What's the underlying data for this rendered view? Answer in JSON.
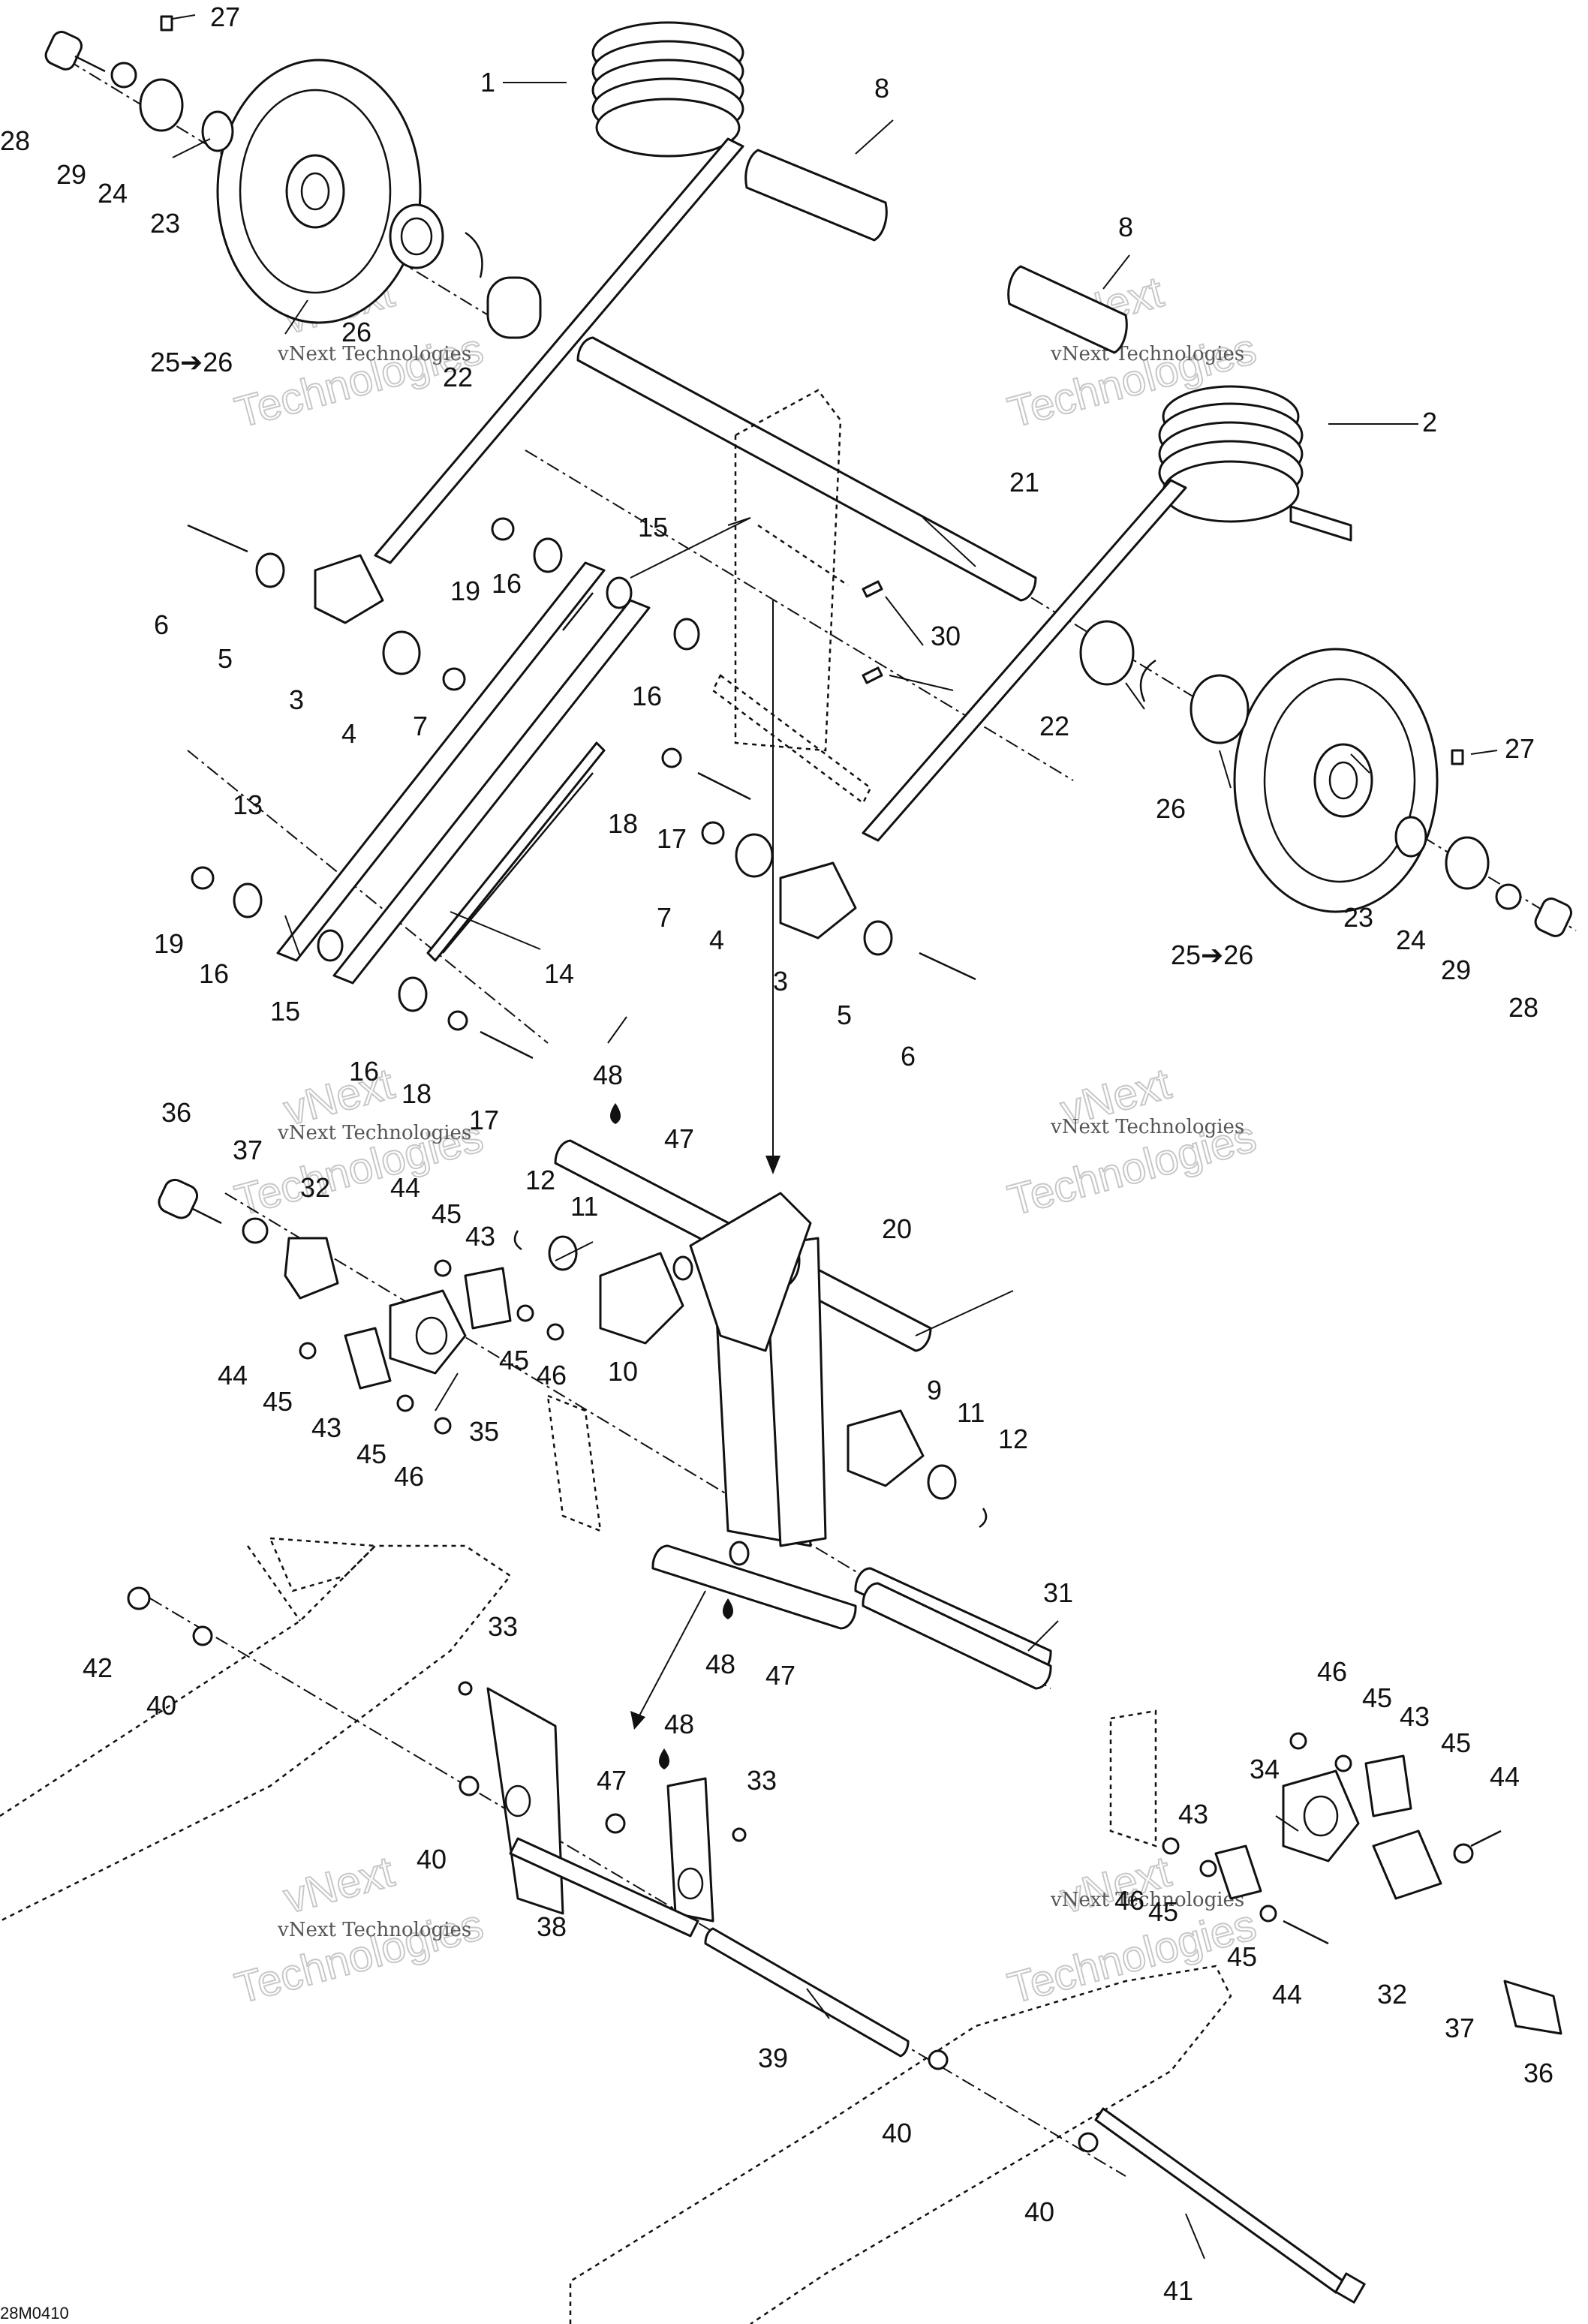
{
  "diagram_code": "28M0410",
  "watermark": {
    "line1": "vNext Technologies",
    "line2": "Technologies",
    "line3": "vNext"
  },
  "callouts": {
    "c1": "1",
    "c2": "2",
    "c3a": "3",
    "c3b": "3",
    "c4a": "4",
    "c4b": "4",
    "c5a": "5",
    "c5b": "5",
    "c6a": "6",
    "c6b": "6",
    "c7a": "7",
    "c7b": "7",
    "c8a": "8",
    "c8b": "8",
    "c9": "9",
    "c10": "10",
    "c11a": "11",
    "c11b": "11",
    "c12a": "12",
    "c12b": "12",
    "c13": "13",
    "c14": "14",
    "c15a": "15",
    "c15b": "15",
    "c16a": "16",
    "c16b": "16",
    "c16c": "16",
    "c16d": "16",
    "c17a": "17",
    "c17b": "17",
    "c18a": "18",
    "c18b": "18",
    "c19a": "19",
    "c19b": "19",
    "c20": "20",
    "c21": "21",
    "c22a": "22",
    "c22b": "22",
    "c23a": "23",
    "c23b": "23",
    "c24a": "24",
    "c24b": "24",
    "c25a": "25➔26",
    "c25b": "25➔26",
    "c26a": "26",
    "c26b": "26",
    "c27a": "27",
    "c27b": "27",
    "c28a": "28",
    "c28b": "28",
    "c29a": "29",
    "c29b": "29",
    "c30": "30",
    "c31": "31",
    "c32a": "32",
    "c32b": "32",
    "c33a": "33",
    "c33b": "33",
    "c34": "34",
    "c35": "35",
    "c36a": "36",
    "c36b": "36",
    "c37a": "37",
    "c37b": "37",
    "c38": "38",
    "c39": "39",
    "c40a": "40",
    "c40b": "40",
    "c40c": "40",
    "c40d": "40",
    "c41": "41",
    "c42": "42",
    "c43a": "43",
    "c43b": "43",
    "c43c": "43",
    "c43d": "43",
    "c44a": "44",
    "c44b": "44",
    "c44c": "44",
    "c44d": "44",
    "c45a": "45",
    "c45b": "45",
    "c45c": "45",
    "c45d": "45",
    "c45e": "45",
    "c45f": "45",
    "c45g": "45",
    "c45h": "45",
    "c46a": "46",
    "c46b": "46",
    "c46c": "46",
    "c46d": "46",
    "c47a": "47",
    "c47b": "47",
    "c47c": "47",
    "c48a": "48",
    "c48b": "48",
    "c48c": "48"
  }
}
